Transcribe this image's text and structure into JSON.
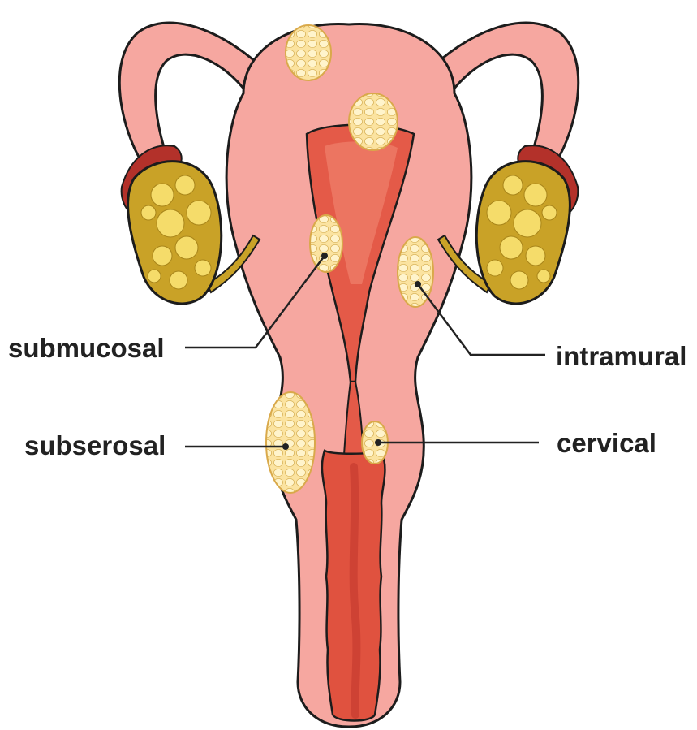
{
  "labels": {
    "submucosal": "submucosal",
    "intramural": "intramural",
    "subserosal": "subserosal",
    "cervical": "cervical"
  },
  "colors": {
    "background": "#ffffff",
    "uterus_wall": "#f6a7a0",
    "uterus_outline": "#1c1c1c",
    "cavity": "#e45a48",
    "cavity_dark": "#c93f32",
    "fibroid_fill": "#fbe3a0",
    "fibroid_cell": "#fff4cc",
    "ovary": "#c9a227",
    "ovary_light": "#f5dc6a",
    "fimbriae": "#b3312a",
    "leader_line": "#222222"
  }
}
